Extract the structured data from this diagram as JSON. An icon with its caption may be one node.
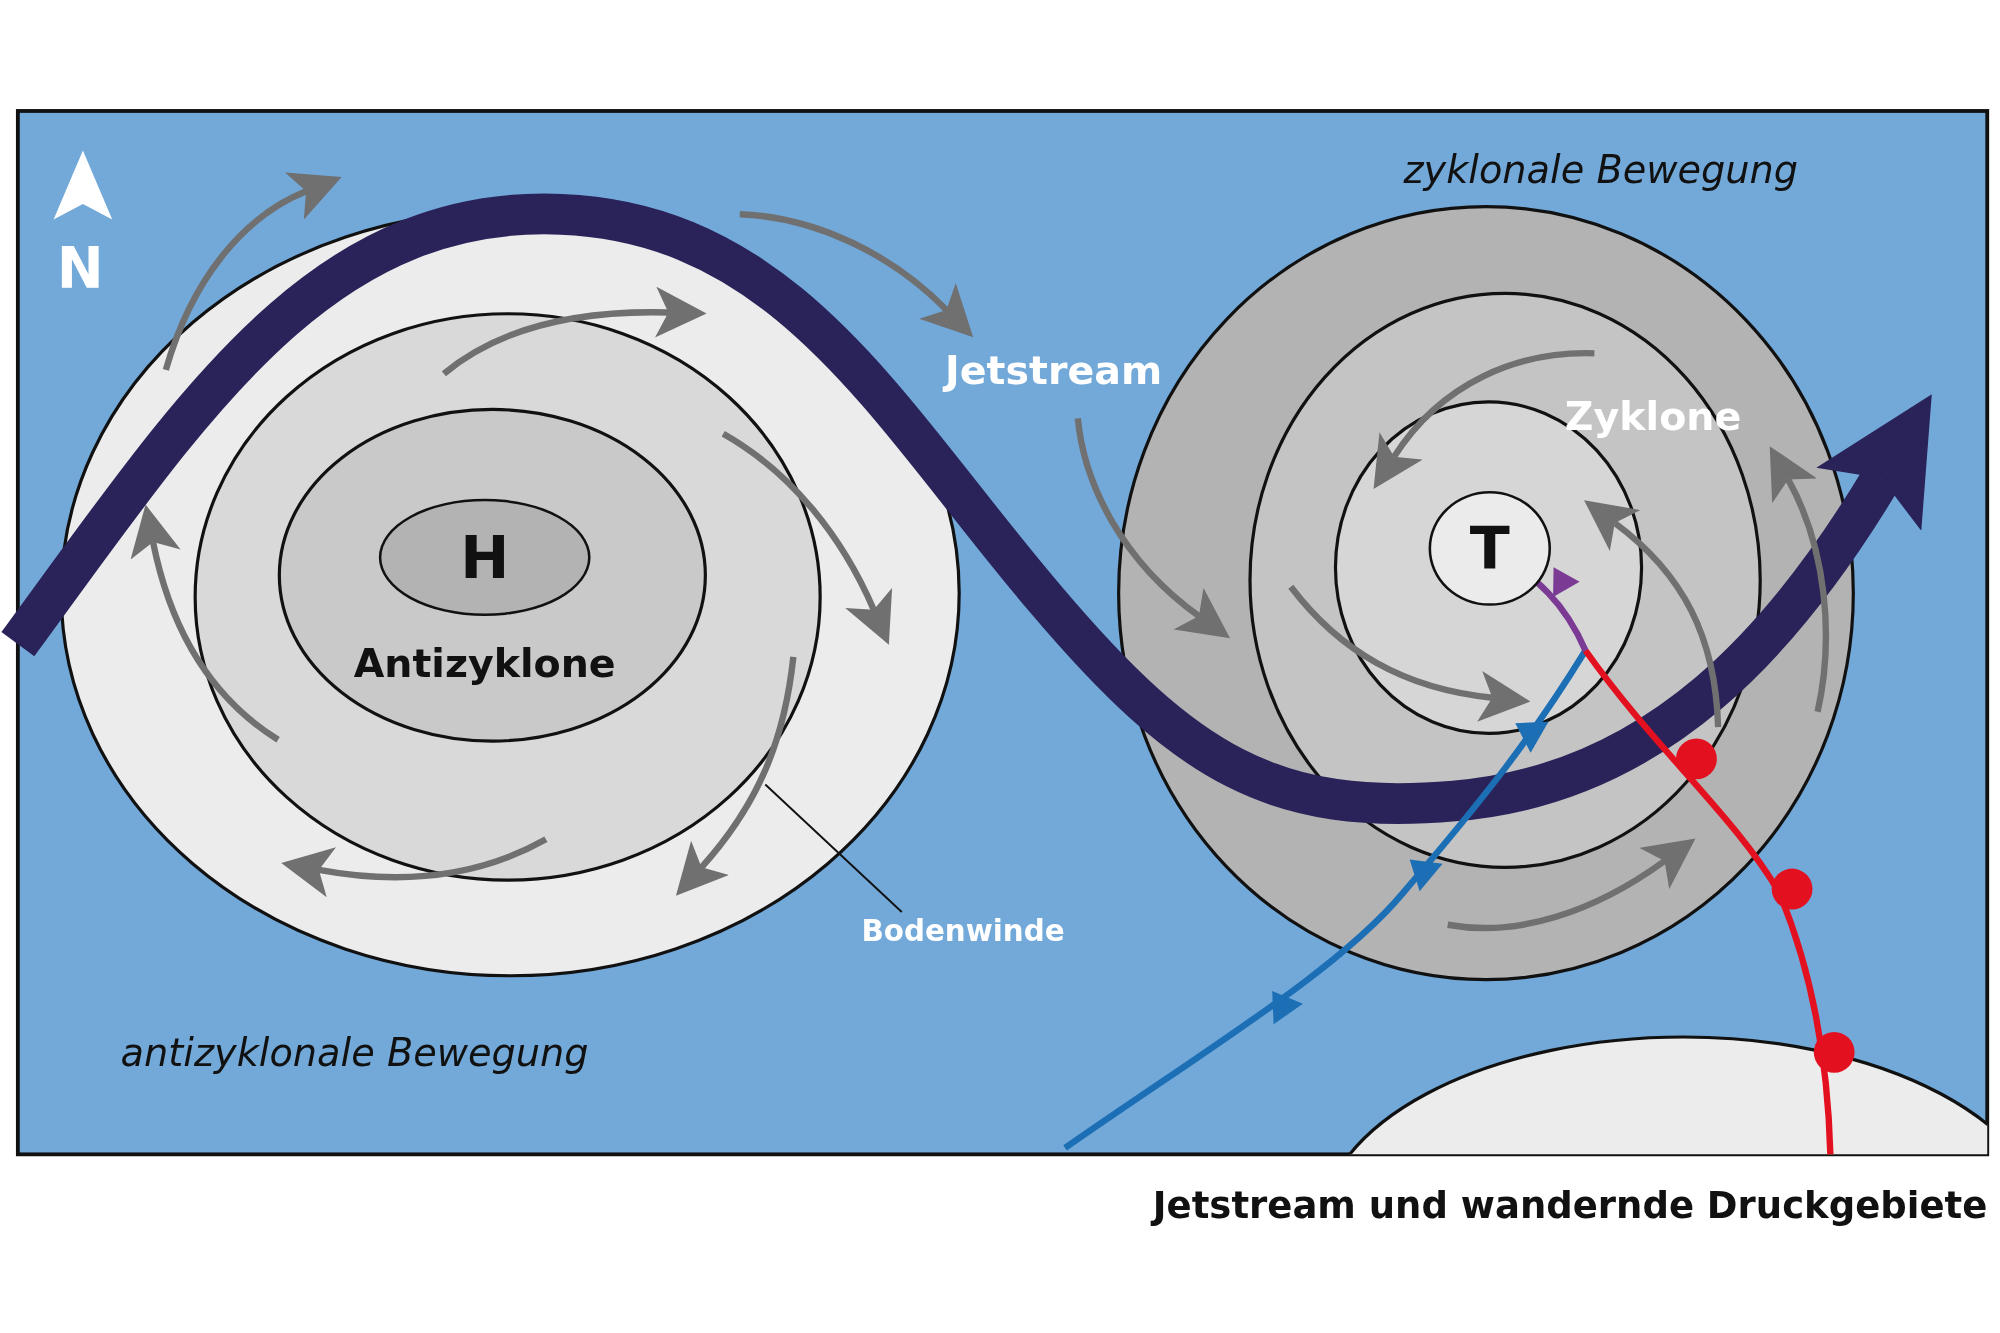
{
  "diagram": {
    "caption": "Jetstream und wandernde Druckgebiete",
    "nodes": [
      {
        "text": [
          "H"
        ]
      },
      {
        "text": [
          "Bodenwinde"
        ]
      },
      {
        "text": [],
        "shape": "arrow"
      },
      {
        "text": [
          "T"
        ]
      }
    ],
    "edges": [
      {
        "from": 1,
        "to": 2,
        "arrow": "none"
      }
    ],
    "labels": [
      "N",
      "zyklonale Bewegung",
      "Jetstream",
      "Zyklone",
      "Antizyklone",
      "antizyklonale Bewegung"
    ]
  }
}
